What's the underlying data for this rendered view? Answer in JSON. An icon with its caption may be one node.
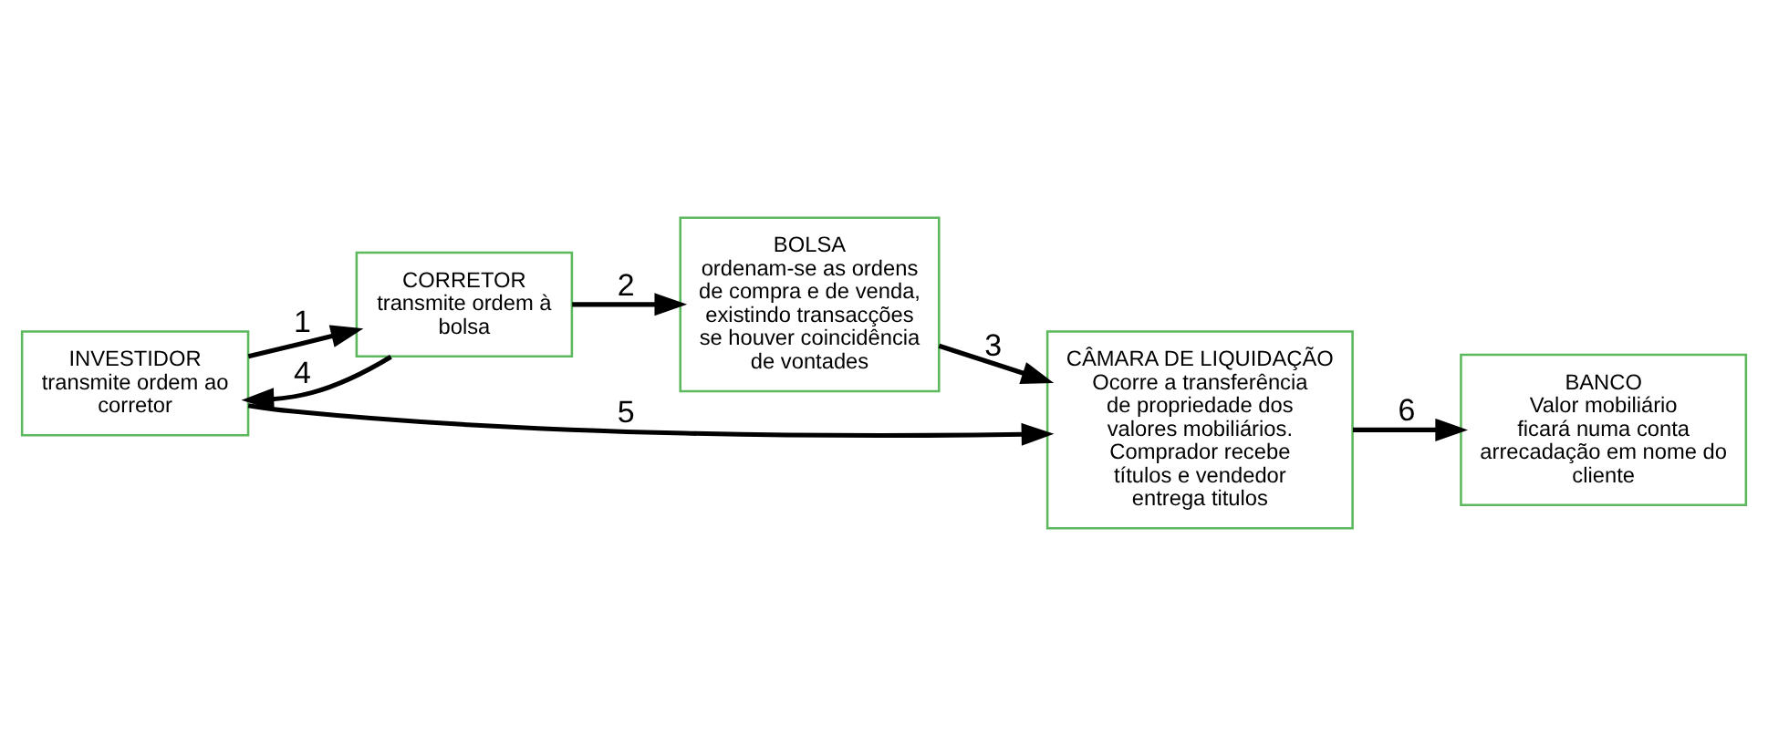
{
  "diagram": {
    "nodes": [
      {
        "text": [
          "INVESTIDOR",
          "transmite ordem ao corretor"
        ]
      },
      {
        "text": [
          "CORRETOR",
          "transmite ordem à bolsa"
        ]
      },
      {
        "text": [
          "BOLSA",
          "ordenam-se as ordens de compra e de venda, existindo transacções se houver coincidência de vontades"
        ]
      },
      {
        "text": [
          "CÂMARA DE LIQUIDAÇÃO",
          "Ocorre a transferência de propriedade dos valores mobiliários. Comprador recebe títulos e vendedor entrega titulos"
        ]
      },
      {
        "text": [
          "BANCO",
          "Valor mobiliário ficará numa conta arrecadação em nome do cliente"
        ]
      }
    ],
    "edges": [
      {
        "from": 0,
        "to": 1,
        "arrow": "to",
        "label": "1"
      },
      {
        "from": 1,
        "to": 2,
        "arrow": "to",
        "label": "2"
      },
      {
        "from": 2,
        "to": 3,
        "arrow": "to",
        "label": "3"
      },
      {
        "from": 1,
        "to": 0,
        "arrow": "to",
        "label": "4"
      },
      {
        "from": 0,
        "to": 3,
        "arrow": "to",
        "label": "5"
      },
      {
        "from": 3,
        "to": 4,
        "arrow": "to",
        "label": "6"
      }
    ]
  }
}
